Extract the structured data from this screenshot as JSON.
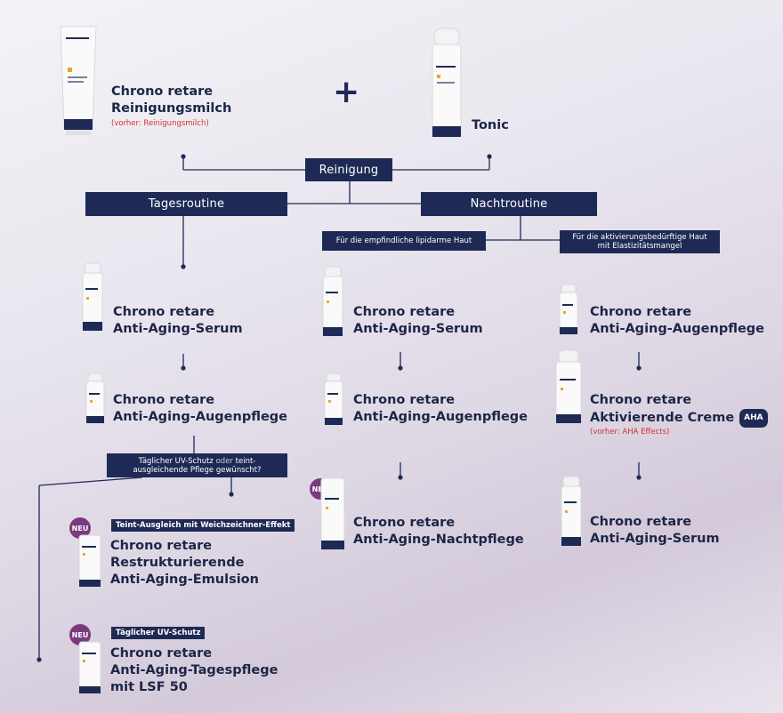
{
  "top": {
    "milk": {
      "line1": "Chrono retare",
      "line2": "Reinigungsmilch",
      "note": "(vorher: Reinigungsmilch)"
    },
    "plus": "+",
    "tonic": "Tonic"
  },
  "boxes": {
    "reinigung": "Reinigung",
    "tagesroutine": "Tagesroutine",
    "nachtroutine": "Nachtroutine",
    "lipid_line1": "Für die empfindliche lipidarme Haut",
    "aktiv_line1": "Für die aktivierungsbedürftige Haut",
    "aktiv_line2": "mit Elastizitätsmangel",
    "uv_q_line1a": "Täglicher UV-Schutz",
    "uv_q_line1b": " oder ",
    "uv_q_line1c": "teint-",
    "uv_q_line2": "ausgleichende Pflege gewünscht?"
  },
  "columns": {
    "left": {
      "serum": {
        "line1": "Chrono retare",
        "line2": "Anti-Aging-Serum"
      },
      "augen": {
        "line1": "Chrono retare",
        "line2": "Anti-Aging-Augenpflege"
      },
      "emulsion": {
        "tag": "Teint-Ausgleich mit Weichzeichner-Effekt",
        "badge": "NEU",
        "line1": "Chrono retare",
        "line2": "Restrukturierende",
        "line3": "Anti-Aging-Emulsion"
      },
      "tagespflege": {
        "tag": "Täglicher UV-Schutz",
        "badge": "NEU",
        "line1": "Chrono retare",
        "line2": "Anti-Aging-Tagespflege",
        "line3": "mit LSF 50"
      }
    },
    "middle": {
      "serum": {
        "line1": "Chrono retare",
        "line2": "Anti-Aging-Serum"
      },
      "augen": {
        "line1": "Chrono retare",
        "line2": "Anti-Aging-Augenpflege"
      },
      "nacht": {
        "badge": "NEU",
        "line1": "Chrono retare",
        "line2": "Anti-Aging-Nachtpflege"
      }
    },
    "right": {
      "augen": {
        "line1": "Chrono retare",
        "line2": "Anti-Aging-Augenpflege"
      },
      "creme": {
        "line1": "Chrono retare",
        "line2": "Aktivierende Creme",
        "badge": "AHA",
        "note": "(vorher: AHA Effects)"
      },
      "serum": {
        "line1": "Chrono retare",
        "line2": "Anti-Aging-Serum"
      }
    }
  },
  "colors": {
    "navy": "#1e2a55",
    "note_red": "#d6302f",
    "neu_purple": "#7b3a7e"
  }
}
